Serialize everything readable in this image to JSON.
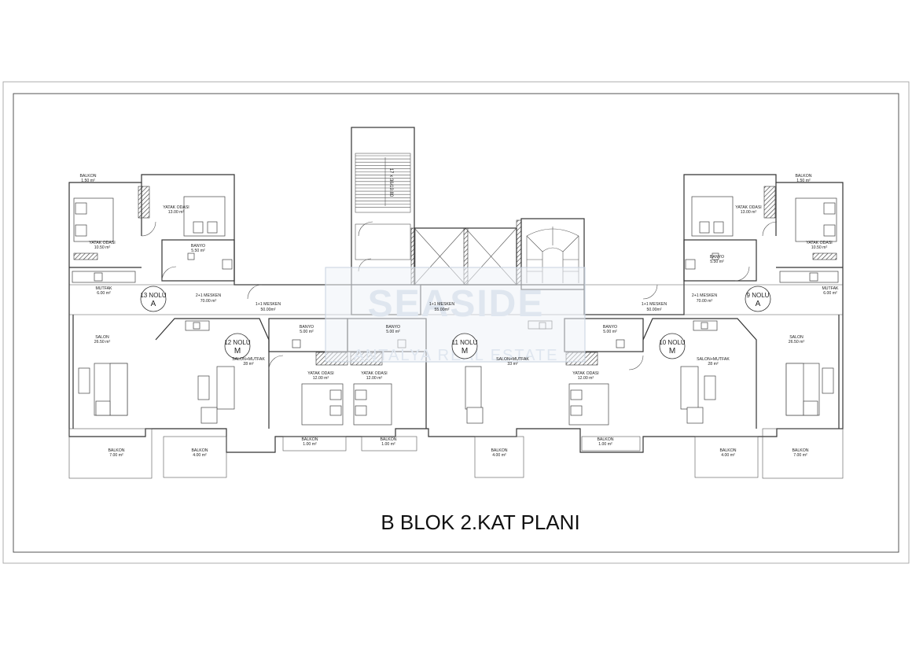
{
  "title": "B BLOK 2.KAT PLANI",
  "watermark": {
    "main": "SEASIDE",
    "sub": "ANTALYA REAL ESTATE"
  },
  "units": {
    "u13": {
      "no": "13 NOLU",
      "type": "A",
      "label": "2+1 MESKEN",
      "area": "70.00 m²"
    },
    "u12": {
      "no": "12 NOLU",
      "type": "M",
      "label": "1+1 MESKEN",
      "area": "50.00m²"
    },
    "u11": {
      "no": "11 NOLU",
      "type": "M",
      "label": "1+1 MESKEN",
      "area": "55.00m²"
    },
    "u10": {
      "no": "10 NOLU",
      "type": "M",
      "label": "1+1 MESKEN",
      "area": "50.00m²"
    },
    "u9": {
      "no": "9 NOLU",
      "type": "A",
      "label": "2+1 MESKEN",
      "area": "70.00 m²"
    }
  },
  "rooms": {
    "left_balkon_top": {
      "name": "BALKON",
      "area": "1.50 m²"
    },
    "left_yatak1": {
      "name": "YATAK ODASI",
      "area": "13.00 m²"
    },
    "left_yatak2": {
      "name": "YATAK ODASI",
      "area": "10.50 m²"
    },
    "left_banyo": {
      "name": "BANYO",
      "area": "5.50 m²"
    },
    "left_mutfak": {
      "name": "MUTFAK",
      "area": "6.00 m²"
    },
    "left_salon": {
      "name": "SALON",
      "area": "26.50 m²"
    },
    "left_balkon_bottom": {
      "name": "BALKON",
      "area": "7.00 m²"
    },
    "u12_salon": {
      "name": "SALON+MUTFAK",
      "area": "28 m²"
    },
    "u12_banyo": {
      "name": "BANYO",
      "area": "5.00 m²"
    },
    "u12_yatak": {
      "name": "YATAK ODASI",
      "area": "12.00 m²"
    },
    "u12_balkon_salon": {
      "name": "BALKON",
      "area": "4.00 m²"
    },
    "u12_balkon_yatak": {
      "name": "BALKON",
      "area": "1.00 m²"
    },
    "u11_banyo": {
      "name": "BANYO",
      "area": "5.00 m²"
    },
    "u11_yatak": {
      "name": "YATAK ODASI",
      "area": "12.00 m²"
    },
    "u11_salon": {
      "name": "SALON+MUTFAK",
      "area": "33 m²"
    },
    "u11_balkon_yatak": {
      "name": "BALKON",
      "area": "1.00 m²"
    },
    "u11_balkon_salon": {
      "name": "BALKON",
      "area": "4.00 m²"
    },
    "u10_banyo": {
      "name": "BANYO",
      "area": "5.00 m²"
    },
    "u10_yatak": {
      "name": "YATAK ODASI",
      "area": "12.00 m²"
    },
    "u10_salon": {
      "name": "SALON+MUTFAK",
      "area": "28 m²"
    },
    "u10_balkon_yatak": {
      "name": "BALKON",
      "area": "1.00 m²"
    },
    "u10_balkon_salon": {
      "name": "BALKON",
      "area": "4.00 m²"
    },
    "right_balkon_top": {
      "name": "BALKON",
      "area": "1.50 m²"
    },
    "right_yatak1": {
      "name": "YATAK ODASI",
      "area": "13.00 m²"
    },
    "right_yatak2": {
      "name": "YATAK ODASI",
      "area": "10.50 m²"
    },
    "right_banyo": {
      "name": "BANYO",
      "area": "5.50 m²"
    },
    "right_mutfak": {
      "name": "MUTFAK",
      "area": "6.00 m²"
    },
    "right_salon": {
      "name": "SALON",
      "area": "26.50 m²"
    },
    "right_balkon_bottom": {
      "name": "BALKON",
      "area": "7.00 m²"
    }
  },
  "stair_note": "17 x 36/19.80",
  "stair_steps": [
    "1",
    "2",
    "3",
    "4",
    "5",
    "6",
    "7",
    "8",
    "9",
    "10",
    "11",
    "12",
    "13",
    "14",
    "15",
    "16",
    "17"
  ]
}
